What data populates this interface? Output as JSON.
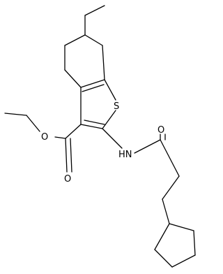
{
  "molecule": {
    "atoms": {
      "sulfur": "S",
      "nh": "HN",
      "amide_oxygen": "O",
      "ester_ether_oxygen": "O",
      "ester_carbonyl_oxygen": "O"
    }
  }
}
